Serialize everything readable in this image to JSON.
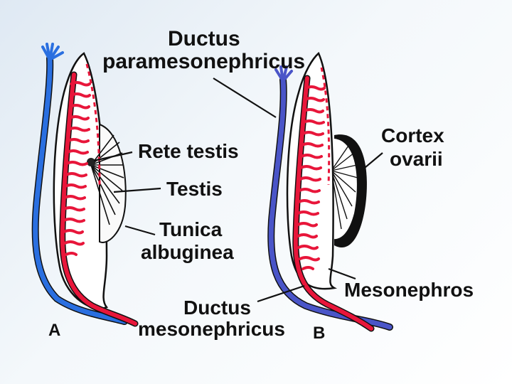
{
  "labels": {
    "ductus_paramesonephricus_line1": "Ductus",
    "ductus_paramesonephricus_line2": "paramesonephricus",
    "rete_testis": "Rete  testis",
    "testis": "Testis",
    "tunica_albuginea_line1": "Tunica",
    "tunica_albuginea_line2": "albuginea",
    "ductus_mesonephricus_line1": "Ductus",
    "ductus_mesonephricus_line2": "mesonephricus",
    "cortex_ovarii_line1": "Cortex",
    "cortex_ovarii_line2": "ovarii",
    "mesonephros": "Mesonephros",
    "panel_a": "A",
    "panel_b": "B"
  },
  "colors": {
    "mesonephric_duct": "#e8163a",
    "paramesonephric_duct_a": "#2a6fe0",
    "paramesonephric_duct_b": "#4a55c8",
    "tissue_fill": "#ffffff",
    "outline": "#111111"
  }
}
